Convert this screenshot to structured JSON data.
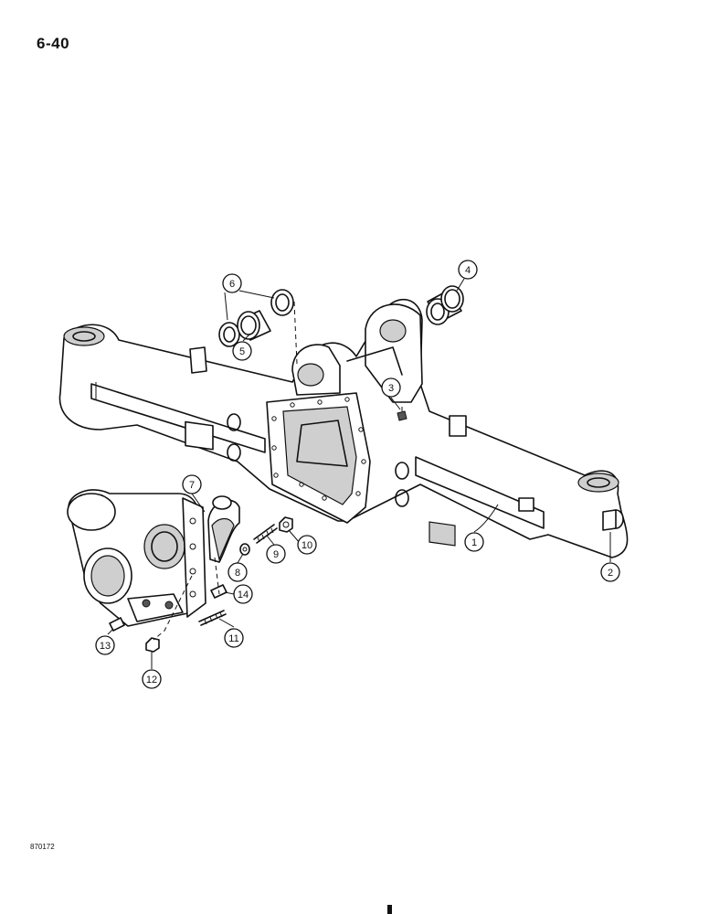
{
  "page": {
    "number": "6-40",
    "figure_code": "870172"
  },
  "callouts": [
    "1",
    "2",
    "3",
    "4",
    "5",
    "6",
    "7",
    "8",
    "9",
    "10",
    "11",
    "12",
    "13",
    "14"
  ]
}
